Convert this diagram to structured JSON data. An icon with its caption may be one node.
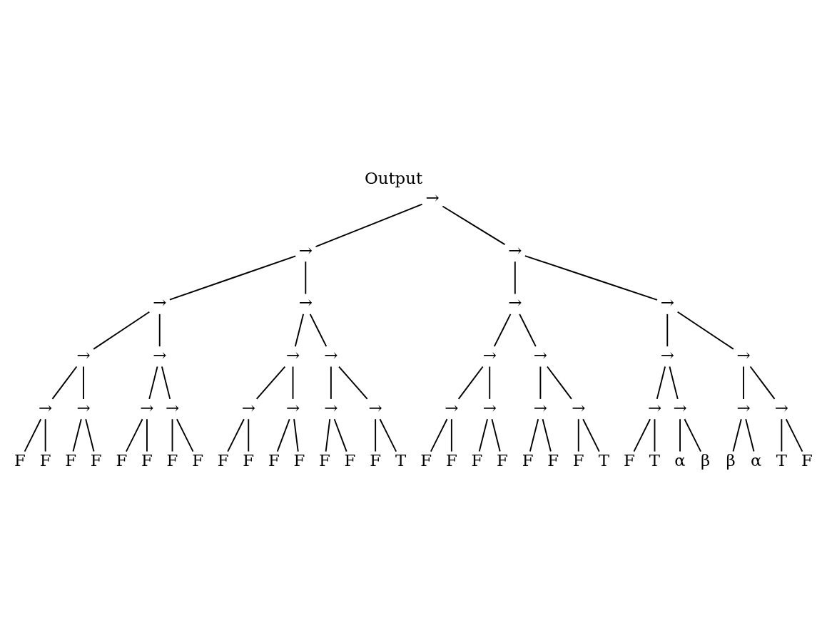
{
  "diagram": {
    "nodes": [
      {
        "text": [
          "→"
        ],
        "beside": [
          "Output"
        ]
      },
      {
        "text": [
          "→"
        ]
      },
      {
        "text": [
          "→"
        ]
      },
      {
        "text": [
          "→"
        ]
      },
      {
        "text": [
          "→"
        ]
      },
      {
        "text": [
          "→"
        ]
      },
      {
        "text": [
          "→"
        ]
      },
      {
        "text": [
          "→"
        ]
      },
      {
        "text": [
          "→"
        ]
      },
      {
        "text": [
          "→"
        ]
      },
      {
        "text": [
          "→"
        ]
      },
      {
        "text": [
          "→"
        ]
      },
      {
        "text": [
          "→"
        ]
      },
      {
        "text": [
          "→"
        ]
      },
      {
        "text": [
          "→"
        ]
      },
      {
        "text": [
          "→"
        ]
      },
      {
        "text": [
          "→"
        ]
      },
      {
        "text": [
          "→"
        ]
      },
      {
        "text": [
          "→"
        ]
      },
      {
        "text": [
          "→"
        ]
      },
      {
        "text": [
          "→"
        ]
      },
      {
        "text": [
          "→"
        ]
      },
      {
        "text": [
          "→"
        ]
      },
      {
        "text": [
          "→"
        ]
      },
      {
        "text": [
          "→"
        ]
      },
      {
        "text": [
          "→"
        ]
      },
      {
        "text": [
          "→"
        ]
      },
      {
        "text": [
          "→"
        ]
      },
      {
        "text": [
          "→"
        ]
      },
      {
        "text": [
          "→"
        ]
      },
      {
        "text": [
          "→"
        ]
      },
      {
        "text": [
          "F"
        ]
      },
      {
        "text": [
          "F"
        ]
      },
      {
        "text": [
          "F"
        ]
      },
      {
        "text": [
          "F"
        ]
      },
      {
        "text": [
          "F"
        ]
      },
      {
        "text": [
          "F"
        ]
      },
      {
        "text": [
          "F"
        ]
      },
      {
        "text": [
          "F"
        ]
      },
      {
        "text": [
          "F"
        ]
      },
      {
        "text": [
          "F"
        ]
      },
      {
        "text": [
          "F"
        ]
      },
      {
        "text": [
          "F"
        ]
      },
      {
        "text": [
          "F"
        ]
      },
      {
        "text": [
          "F"
        ]
      },
      {
        "text": [
          "F"
        ]
      },
      {
        "text": [
          "T"
        ]
      },
      {
        "text": [
          "F"
        ]
      },
      {
        "text": [
          "F"
        ]
      },
      {
        "text": [
          "F"
        ]
      },
      {
        "text": [
          "F"
        ]
      },
      {
        "text": [
          "F"
        ]
      },
      {
        "text": [
          "F"
        ]
      },
      {
        "text": [
          "F"
        ]
      },
      {
        "text": [
          "T"
        ]
      },
      {
        "text": [
          "F"
        ]
      },
      {
        "text": [
          "T"
        ]
      },
      {
        "text": [
          "α"
        ]
      },
      {
        "text": [
          "β"
        ]
      },
      {
        "text": [
          "β"
        ]
      },
      {
        "text": [
          "α"
        ]
      },
      {
        "text": [
          "T"
        ]
      },
      {
        "text": [
          "F"
        ]
      }
    ],
    "edges": [
      {
        "from": 0,
        "to": 1,
        "arrow": "none"
      },
      {
        "from": 0,
        "to": 2,
        "arrow": "none"
      },
      {
        "from": 1,
        "to": 3,
        "arrow": "none"
      },
      {
        "from": 1,
        "to": 4,
        "arrow": "none"
      },
      {
        "from": 2,
        "to": 5,
        "arrow": "none"
      },
      {
        "from": 2,
        "to": 6,
        "arrow": "none"
      },
      {
        "from": 3,
        "to": 7,
        "arrow": "none"
      },
      {
        "from": 3,
        "to": 8,
        "arrow": "none"
      },
      {
        "from": 4,
        "to": 9,
        "arrow": "none"
      },
      {
        "from": 4,
        "to": 10,
        "arrow": "none"
      },
      {
        "from": 5,
        "to": 11,
        "arrow": "none"
      },
      {
        "from": 5,
        "to": 12,
        "arrow": "none"
      },
      {
        "from": 6,
        "to": 13,
        "arrow": "none"
      },
      {
        "from": 6,
        "to": 14,
        "arrow": "none"
      },
      {
        "from": 7,
        "to": 15,
        "arrow": "none"
      },
      {
        "from": 7,
        "to": 16,
        "arrow": "none"
      },
      {
        "from": 8,
        "to": 17,
        "arrow": "none"
      },
      {
        "from": 8,
        "to": 18,
        "arrow": "none"
      },
      {
        "from": 9,
        "to": 19,
        "arrow": "none"
      },
      {
        "from": 9,
        "to": 20,
        "arrow": "none"
      },
      {
        "from": 10,
        "to": 21,
        "arrow": "none"
      },
      {
        "from": 10,
        "to": 22,
        "arrow": "none"
      },
      {
        "from": 11,
        "to": 23,
        "arrow": "none"
      },
      {
        "from": 11,
        "to": 24,
        "arrow": "none"
      },
      {
        "from": 12,
        "to": 25,
        "arrow": "none"
      },
      {
        "from": 12,
        "to": 26,
        "arrow": "none"
      },
      {
        "from": 13,
        "to": 27,
        "arrow": "none"
      },
      {
        "from": 13,
        "to": 28,
        "arrow": "none"
      },
      {
        "from": 14,
        "to": 29,
        "arrow": "none"
      },
      {
        "from": 14,
        "to": 30,
        "arrow": "none"
      },
      {
        "from": 15,
        "to": 31,
        "arrow": "none"
      },
      {
        "from": 15,
        "to": 32,
        "arrow": "none"
      },
      {
        "from": 16,
        "to": 33,
        "arrow": "none"
      },
      {
        "from": 16,
        "to": 34,
        "arrow": "none"
      },
      {
        "from": 17,
        "to": 35,
        "arrow": "none"
      },
      {
        "from": 17,
        "to": 36,
        "arrow": "none"
      },
      {
        "from": 18,
        "to": 37,
        "arrow": "none"
      },
      {
        "from": 18,
        "to": 38,
        "arrow": "none"
      },
      {
        "from": 19,
        "to": 39,
        "arrow": "none"
      },
      {
        "from": 19,
        "to": 40,
        "arrow": "none"
      },
      {
        "from": 20,
        "to": 41,
        "arrow": "none"
      },
      {
        "from": 20,
        "to": 42,
        "arrow": "none"
      },
      {
        "from": 21,
        "to": 43,
        "arrow": "none"
      },
      {
        "from": 21,
        "to": 44,
        "arrow": "none"
      },
      {
        "from": 22,
        "to": 45,
        "arrow": "none"
      },
      {
        "from": 22,
        "to": 46,
        "arrow": "none"
      },
      {
        "from": 23,
        "to": 47,
        "arrow": "none"
      },
      {
        "from": 23,
        "to": 48,
        "arrow": "none"
      },
      {
        "from": 24,
        "to": 49,
        "arrow": "none"
      },
      {
        "from": 24,
        "to": 50,
        "arrow": "none"
      },
      {
        "from": 25,
        "to": 51,
        "arrow": "none"
      },
      {
        "from": 25,
        "to": 52,
        "arrow": "none"
      },
      {
        "from": 26,
        "to": 53,
        "arrow": "none"
      },
      {
        "from": 26,
        "to": 54,
        "arrow": "none"
      },
      {
        "from": 27,
        "to": 55,
        "arrow": "none"
      },
      {
        "from": 27,
        "to": 56,
        "arrow": "none"
      },
      {
        "from": 28,
        "to": 57,
        "arrow": "none"
      },
      {
        "from": 28,
        "to": 58,
        "arrow": "none"
      },
      {
        "from": 29,
        "to": 59,
        "arrow": "none"
      },
      {
        "from": 29,
        "to": 60,
        "arrow": "none"
      },
      {
        "from": 30,
        "to": 61,
        "arrow": "none"
      },
      {
        "from": 30,
        "to": 62,
        "arrow": "none"
      }
    ]
  }
}
